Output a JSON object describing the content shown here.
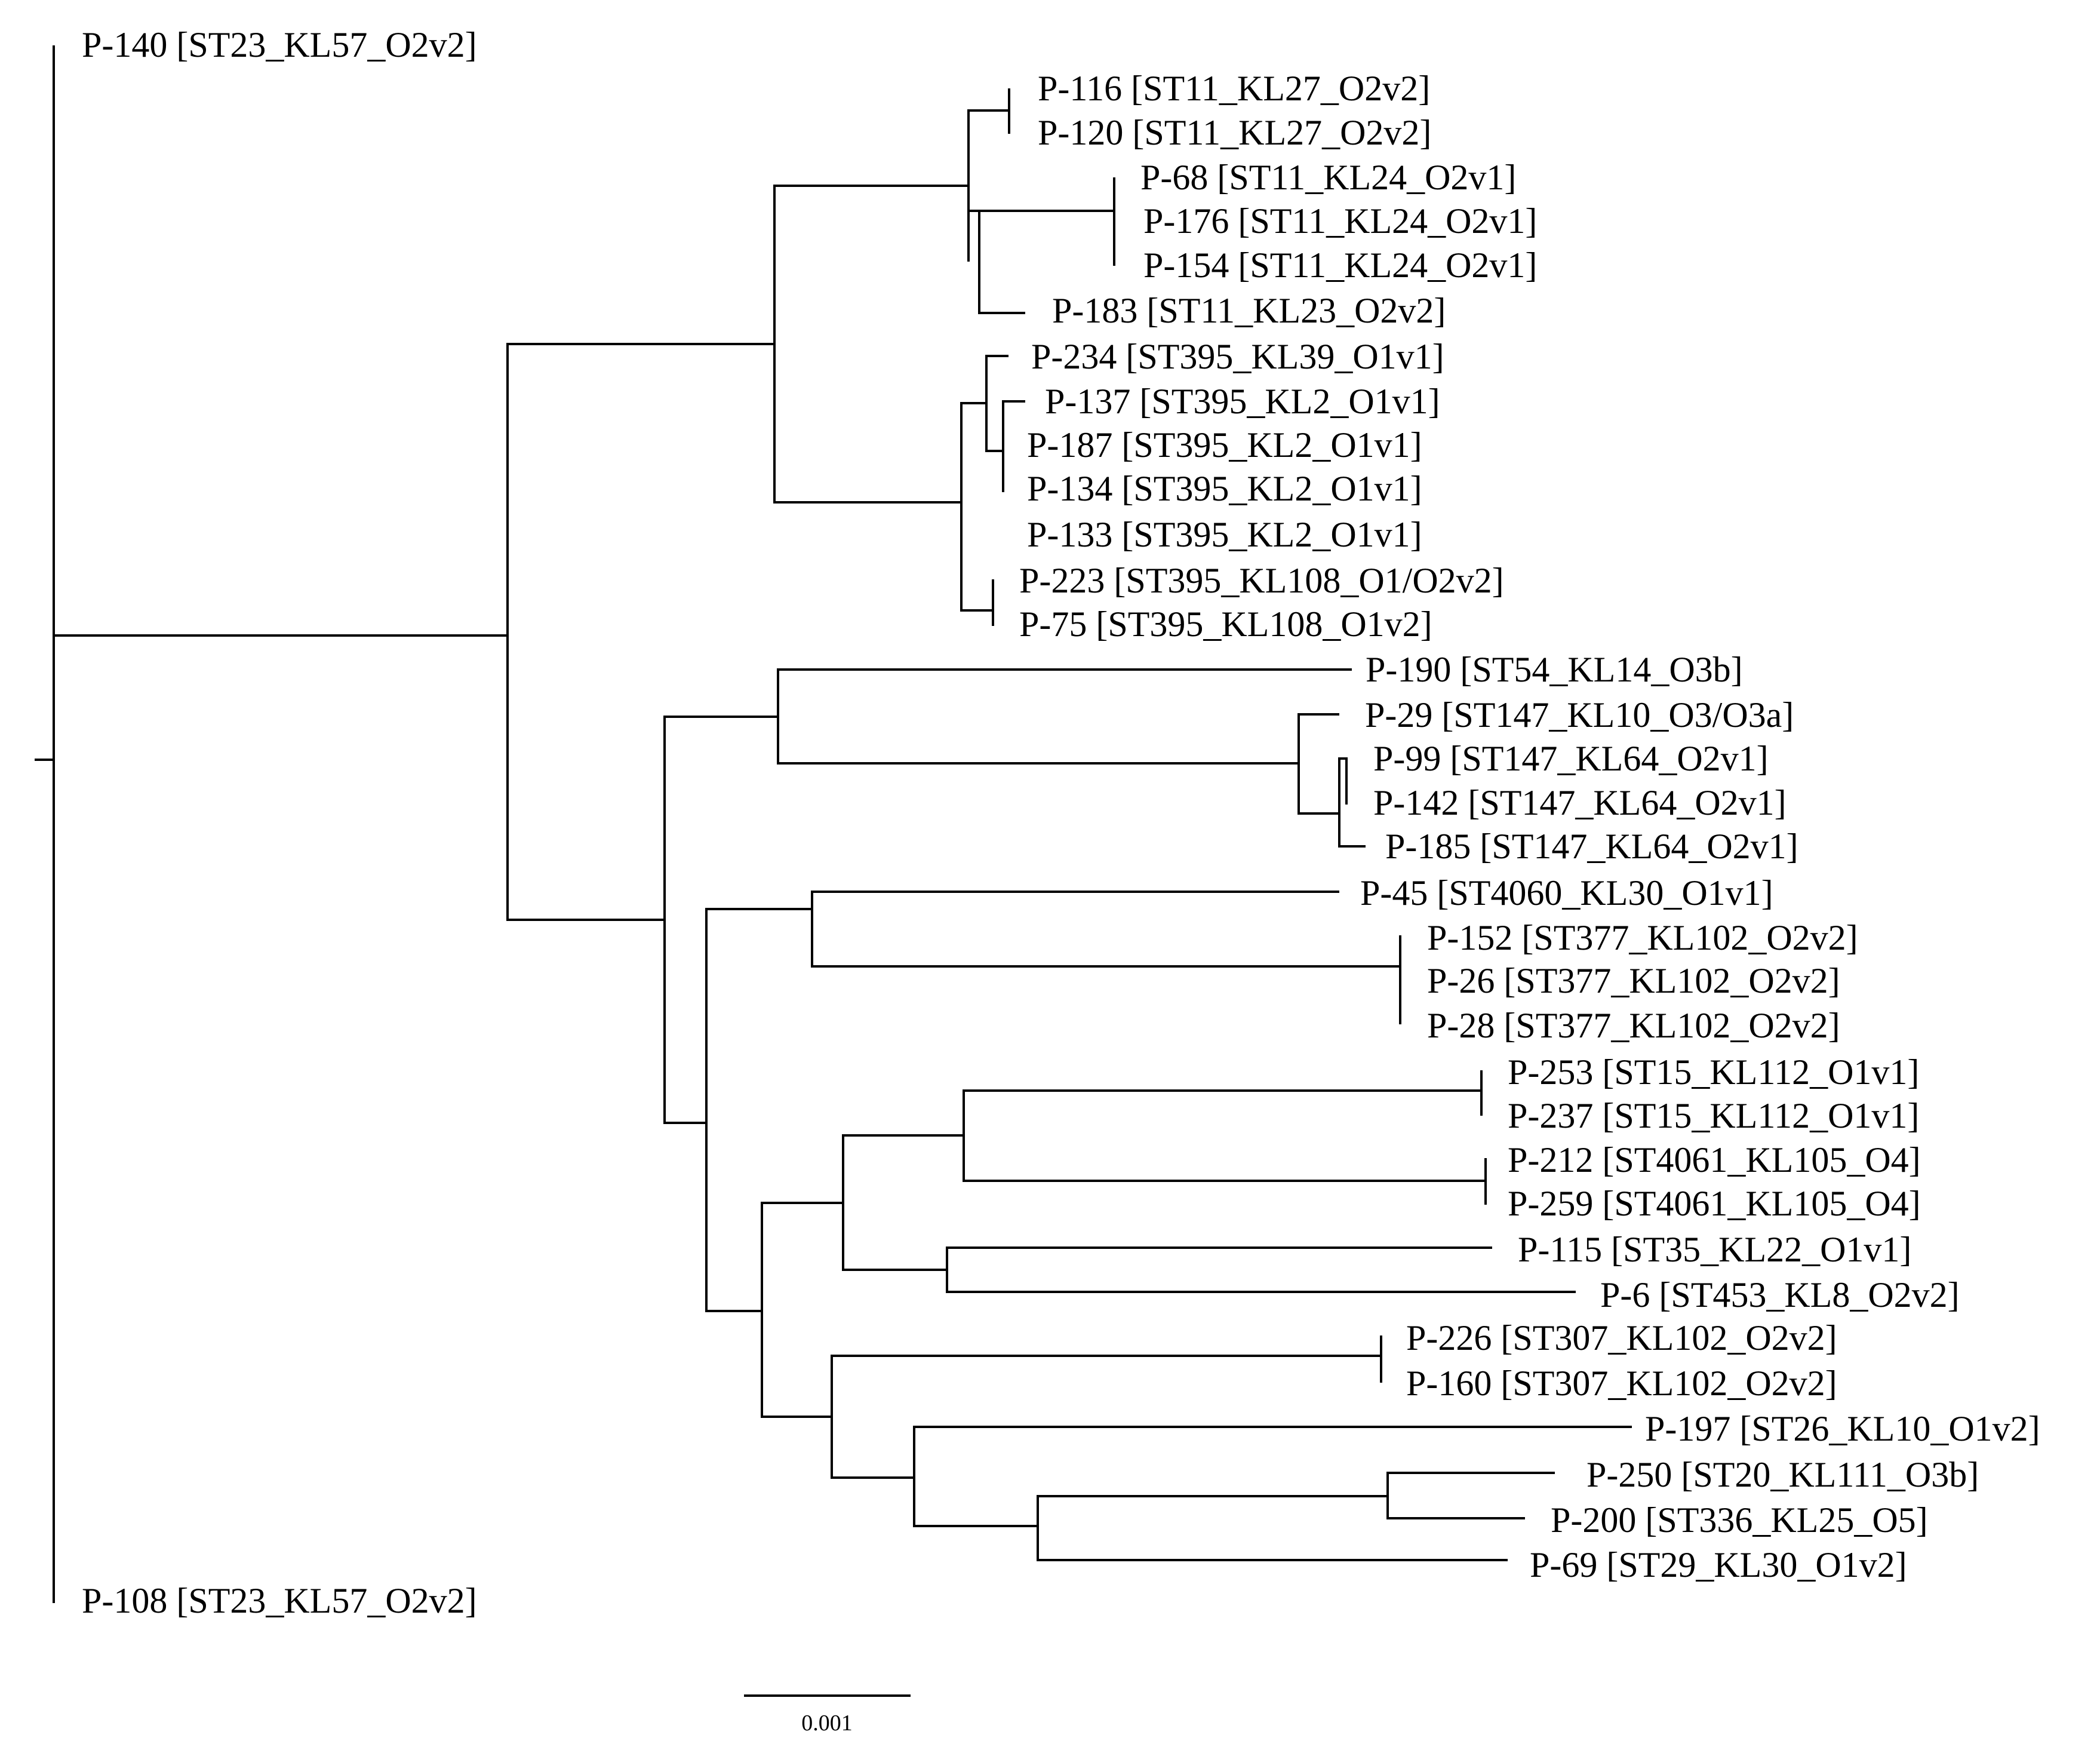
{
  "tree": {
    "type": "phylogenetic-tree",
    "scale_bar_label": "0.001",
    "leaves": [
      "P-140 [ST23_KL57_O2v2]",
      "P-116 [ST11_KL27_O2v2]",
      "P-120 [ST11_KL27_O2v2]",
      "P-68 [ST11_KL24_O2v1]",
      "P-176 [ST11_KL24_O2v1]",
      "P-154 [ST11_KL24_O2v1]",
      "P-183 [ST11_KL23_O2v2]",
      "P-234 [ST395_KL39_O1v1]",
      "P-137 [ST395_KL2_O1v1]",
      "P-187 [ST395_KL2_O1v1]",
      "P-134 [ST395_KL2_O1v1]",
      "P-133 [ST395_KL2_O1v1]",
      "P-223 [ST395_KL108_O1/O2v2]",
      "P-75 [ST395_KL108_O1v2]",
      "P-190 [ST54_KL14_O3b]",
      "P-29 [ST147_KL10_O3/O3a]",
      "P-99 [ST147_KL64_O2v1]",
      "P-142 [ST147_KL64_O2v1]",
      "P-185 [ST147_KL64_O2v1]",
      "P-45 [ST4060_KL30_O1v1]",
      "P-152 [ST377_KL102_O2v2]",
      "P-26 [ST377_KL102_O2v2]",
      "P-28 [ST377_KL102_O2v2]",
      "P-253 [ST15_KL112_O1v1]",
      "P-237 [ST15_KL112_O1v1]",
      "P-212 [ST4061_KL105_O4]",
      "P-259 [ST4061_KL105_O4]",
      "P-115 [ST35_KL22_O1v1]",
      "P-6 [ST453_KL8_O2v2]",
      "P-226 [ST307_KL102_O2v2]",
      "P-160 [ST307_KL102_O2v2]",
      "P-197 [ST26_KL10_O1v2]",
      "P-250 [ST20_KL111_O3b]",
      "P-200 [ST336_KL25_O5]",
      "P-69 [ST29_KL30_O1v2]",
      "P-108 [ST23_KL57_O2v2]"
    ]
  }
}
